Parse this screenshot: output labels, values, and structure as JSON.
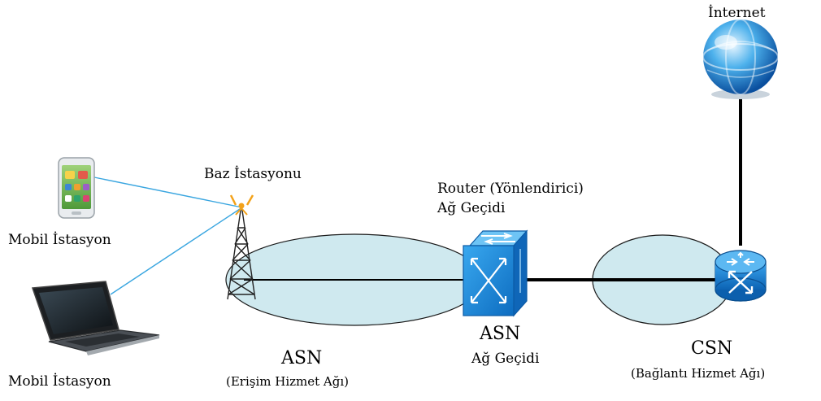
{
  "labels": {
    "internet": "İnternet",
    "base_station": "Baz İstasyonu",
    "router_line1": "Router (Yönlendirici)",
    "router_line2": "Ağ Geçidi",
    "mobile_station_phone": "Mobil İstasyon",
    "mobile_station_laptop": "Mobil İstasyon",
    "asn_gateway_title": "ASN",
    "asn_gateway_sub": "Ağ Geçidi",
    "asn_network_title": "ASN",
    "asn_network_sub": "(Erişim Hizmet Ağı)",
    "csn_title": "CSN",
    "csn_sub": "(Bağlantı Hizmet Ağı)"
  },
  "colors": {
    "ellipse_fill": "#cfe9ef",
    "ellipse_stroke": "#1a1a1a",
    "wireless_link": "#3aa6e0",
    "wired_link": "#000000",
    "router_blue": "#1a86d8"
  },
  "icons": {
    "internet": "globe-icon",
    "base_station": "antenna-tower-icon",
    "phone": "smartphone-icon",
    "laptop": "laptop-icon",
    "asn_gateway": "switch-cube-icon",
    "csn_router": "router-icon"
  }
}
